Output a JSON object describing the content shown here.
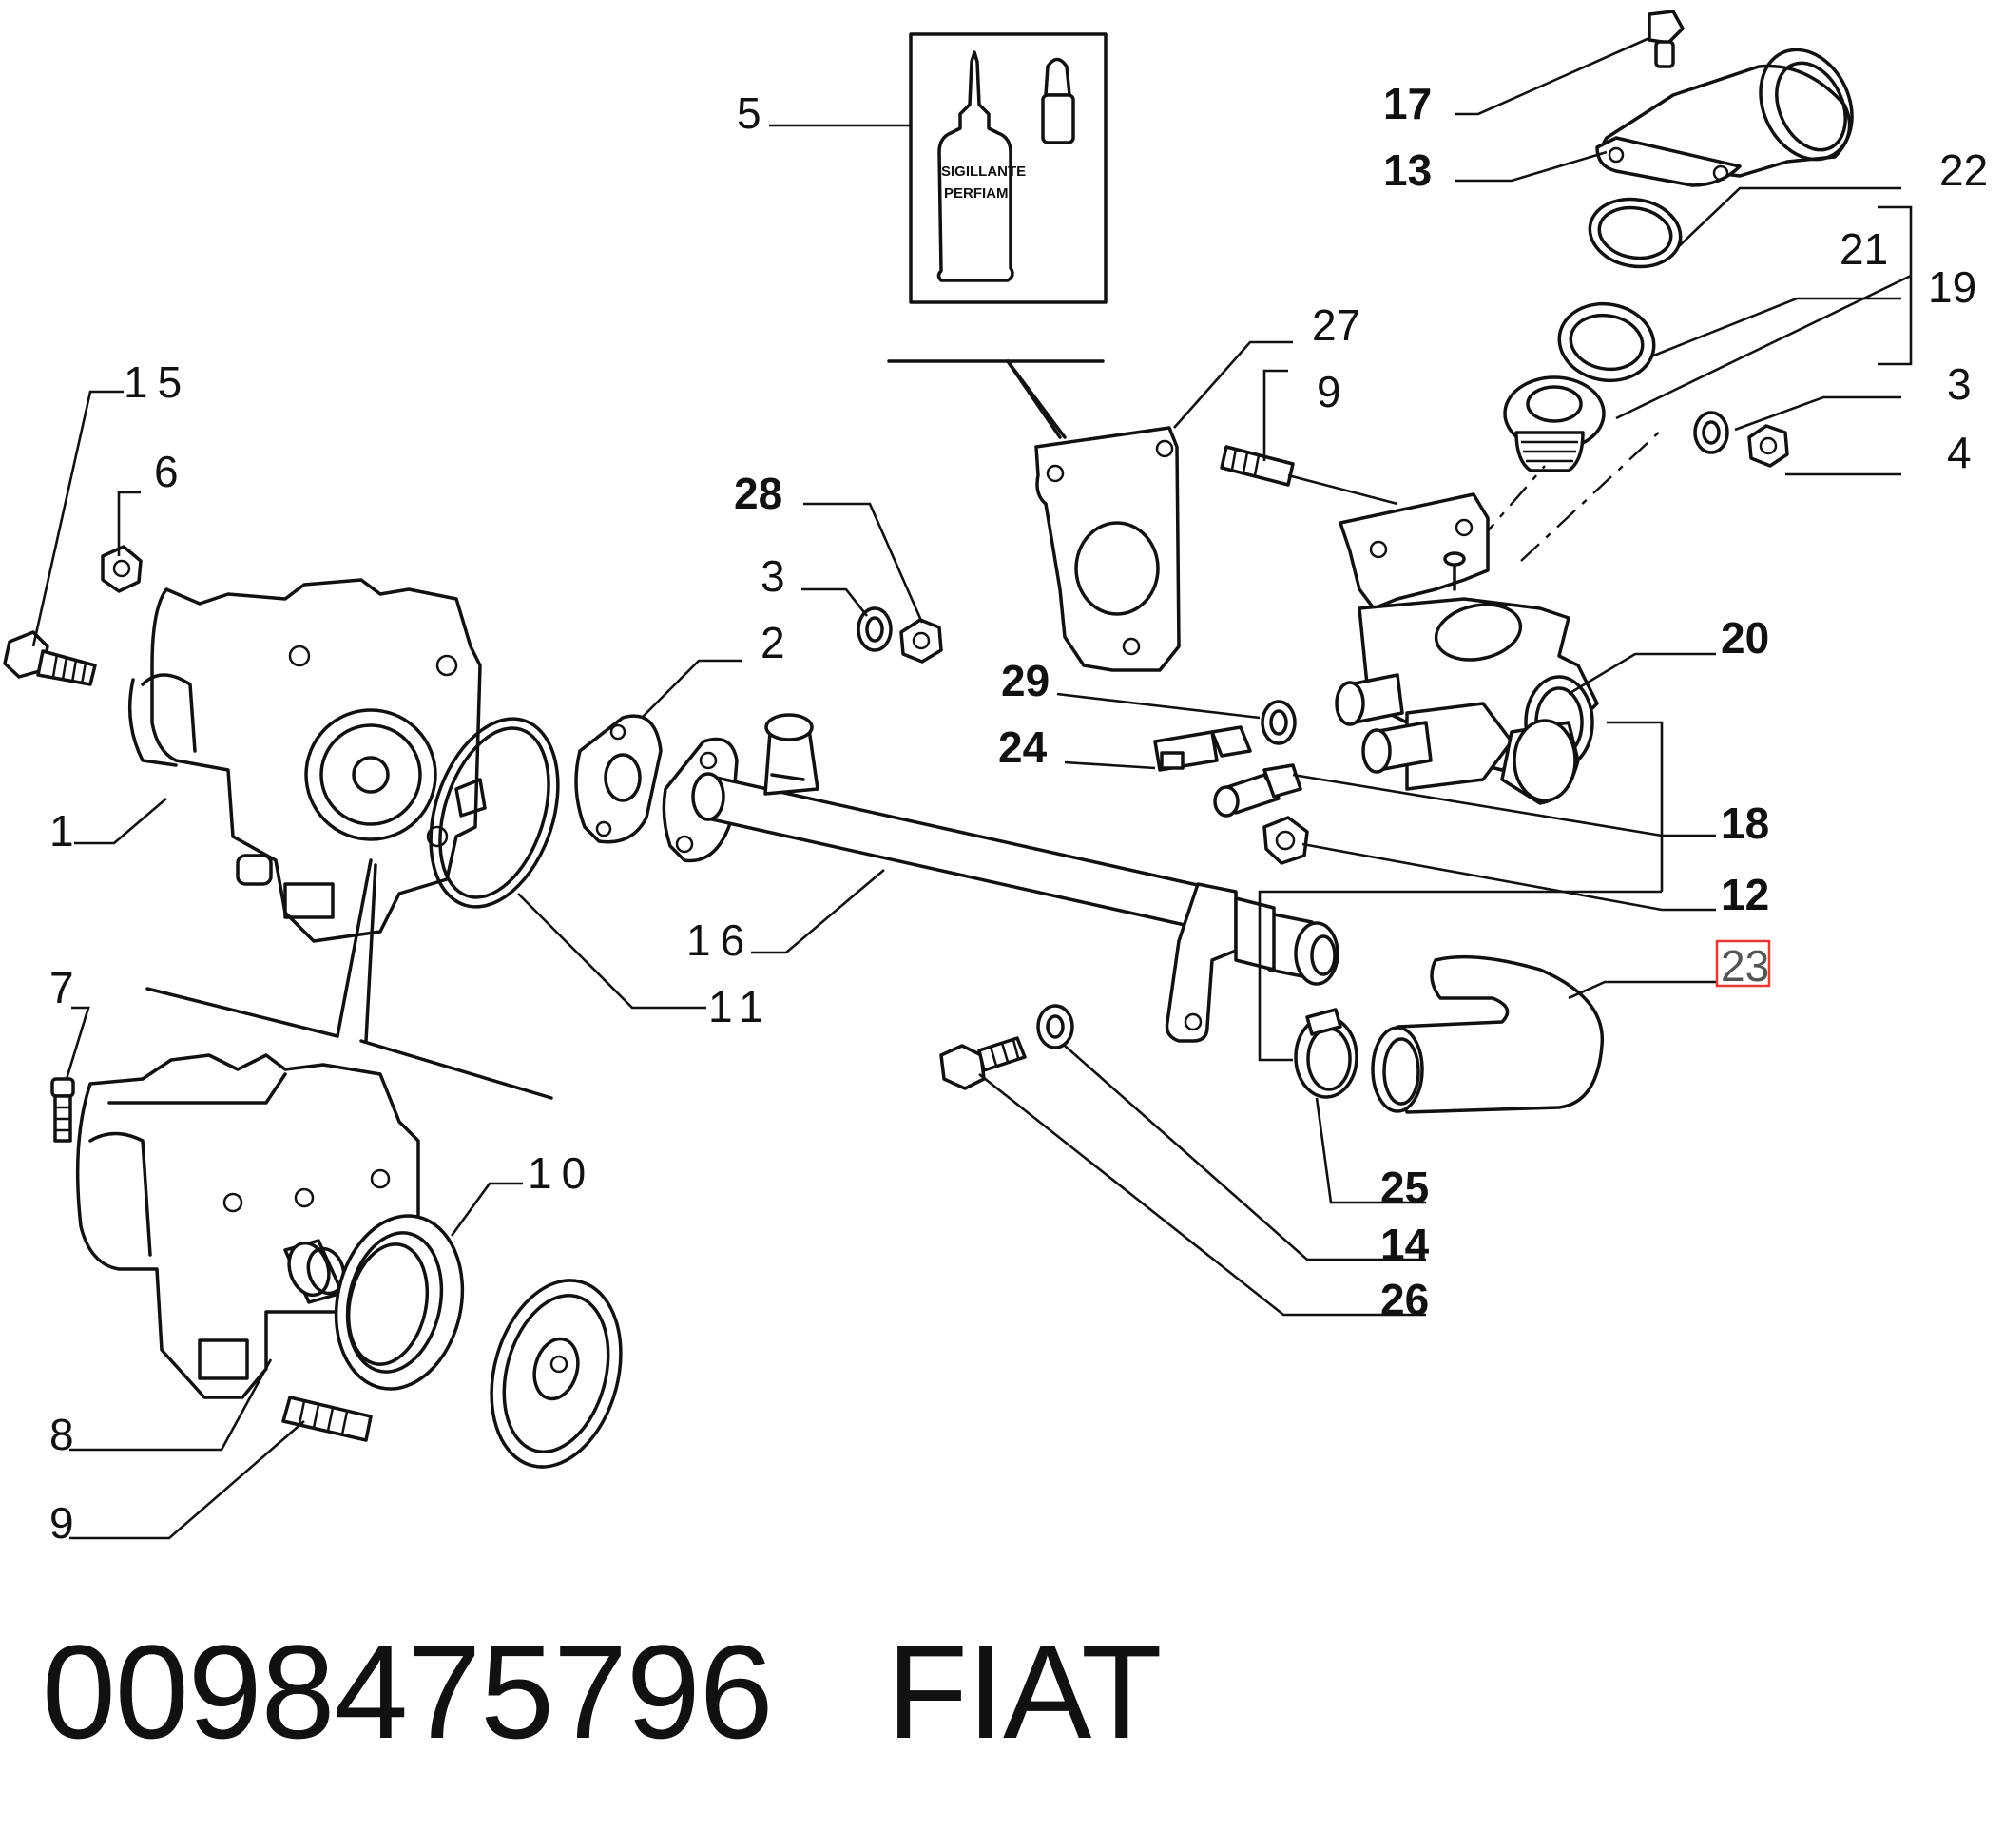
{
  "diagram": {
    "callouts": [
      "15",
      "6",
      "1",
      "7",
      "10",
      "8",
      "9",
      "5",
      "28",
      "3",
      "2",
      "16",
      "11",
      "27",
      "9",
      "29",
      "24",
      "17",
      "13",
      "22",
      "21",
      "19",
      "3",
      "4",
      "20",
      "18",
      "12",
      "23",
      "25",
      "14",
      "26"
    ],
    "highlighted_callout": "23",
    "bottle_label_line1": "SIGILLANTE",
    "bottle_label_line2": "PERFIAM",
    "highlight_color": "#e53935"
  },
  "footer": {
    "part_number": "0098475796",
    "brand": "FIAT"
  }
}
